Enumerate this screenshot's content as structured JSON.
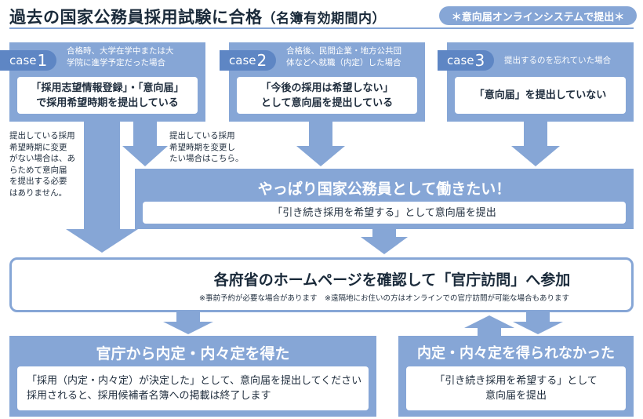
{
  "header": {
    "title": "過去の国家公務員採用試験に合格",
    "title_sub": "（名簿有効期間内）",
    "tag": "＊意向届オンラインシステムで提出＊"
  },
  "cases": [
    {
      "badge": "case",
      "num": "1",
      "note": [
        "合格時、大学在学中または大",
        "学院に進学予定だった場合"
      ],
      "box": [
        "「採用志望情報登録」・「意向届」",
        "で採用希望時期を提出している"
      ]
    },
    {
      "badge": "case",
      "num": "2",
      "note": [
        "合格後、民間企業・地方公共団",
        "体などへ就職（内定）した場合"
      ],
      "box": [
        "「今後の採用は希望しない」",
        "として意向届を提出している"
      ]
    },
    {
      "badge": "case",
      "num": "3",
      "note": [
        "提出するのを忘れていた場合"
      ],
      "box": [
        "「意向届」を提出していない"
      ]
    }
  ],
  "side_notes": {
    "left": [
      "提出している採用",
      "希望時期に変更",
      "がない場合は、あ",
      "らためて意向届",
      "を提出する必要",
      "はありません。"
    ],
    "middle": [
      "提出している採用",
      "希望時期を変更し",
      "たい場合はこちら。"
    ]
  },
  "yappari": {
    "title": "やっぱり国家公務員として働きたい！",
    "box": "「引き続き採用を希望する」として意向届を提出"
  },
  "homepage": {
    "title": "各府省のホームページを確認して「官庁訪問」へ参加",
    "note": "※事前予約が必要な場合があります　※遠隔地にお住いの方はオンラインでの官庁訪問が可能な場合もあります",
    "icon": "building-icon"
  },
  "success": {
    "title": "官庁から内定・内々定を得た",
    "box": [
      "「採用（内定・内々定）が決定した」として、意向届を提出してください",
      "採用されると、採用候補者名簿への掲載は終了します"
    ]
  },
  "failure": {
    "title": "内定・内々定を得られなかった",
    "box": [
      "「引き続き採用を希望する」として",
      "意向届を提出"
    ]
  },
  "colors": {
    "band": "#86a6d6",
    "badge": "#5e86c4",
    "arrow": "#86a6d6",
    "text": "#1f2d3d"
  }
}
